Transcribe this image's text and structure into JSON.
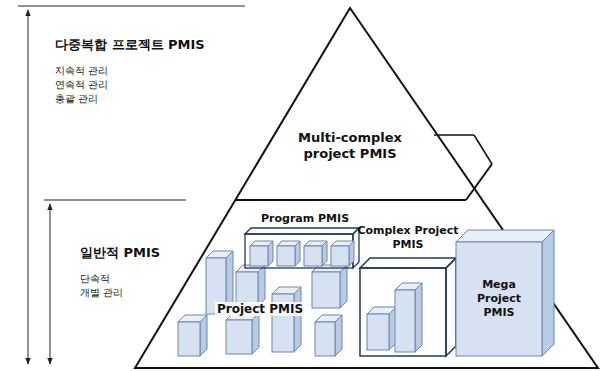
{
  "diagram": {
    "nodes": [
      {
        "text": [
          "Multi-complex project PMIS"
        ]
      },
      {
        "text": [
          "Program PMIS"
        ]
      },
      {
        "text": [
          "Complex Project PMIS"
        ]
      },
      {
        "text": [
          "Mega Project PMIS"
        ]
      }
    ],
    "labels": [
      "다중복합 프로젝트 PMIS",
      "지속적 관리",
      "연속적 관리",
      "총괄 관리",
      "일반적 PMIS",
      "단속적",
      "개별 관리",
      "Project PMIS"
    ]
  }
}
